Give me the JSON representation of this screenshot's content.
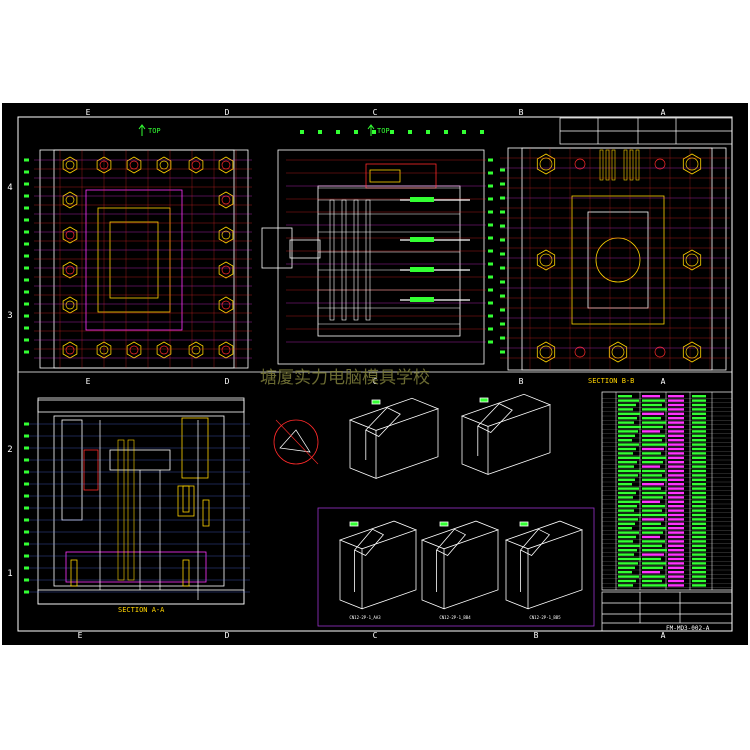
{
  "drawing": {
    "background": "#000000",
    "colors": {
      "frame": "#ffffff",
      "yellow": "#ffd400",
      "red": "#ff2a2a",
      "green": "#33ff33",
      "cyan": "#00e5ff",
      "magenta": "#ff33ff",
      "blue": "#5577ff",
      "purple": "#9933cc"
    },
    "column_letters_top": [
      "E",
      "D",
      "C",
      "B",
      "A"
    ],
    "column_letters_mid": [
      "E",
      "D",
      "C",
      "B",
      "A"
    ],
    "column_letters_bottom": [
      "E",
      "D",
      "C",
      "B",
      "A"
    ],
    "row_numbers": [
      "4",
      "3",
      "2",
      "1"
    ],
    "top_label_1": "TOP",
    "top_label_2": "TOP",
    "section_aa": "SECTION A-A",
    "section_bb": "SECTION B-B",
    "watermark": "塘厦实力电脑模具学校",
    "iso_label_1": "CN12-2P-1_AA3",
    "iso_label_2": "CN12-2P-1_BB4",
    "iso_label_3": "CN12-2P-1_BB5",
    "title_block": {
      "drawing_no": "FM-MD3-002-A"
    }
  }
}
